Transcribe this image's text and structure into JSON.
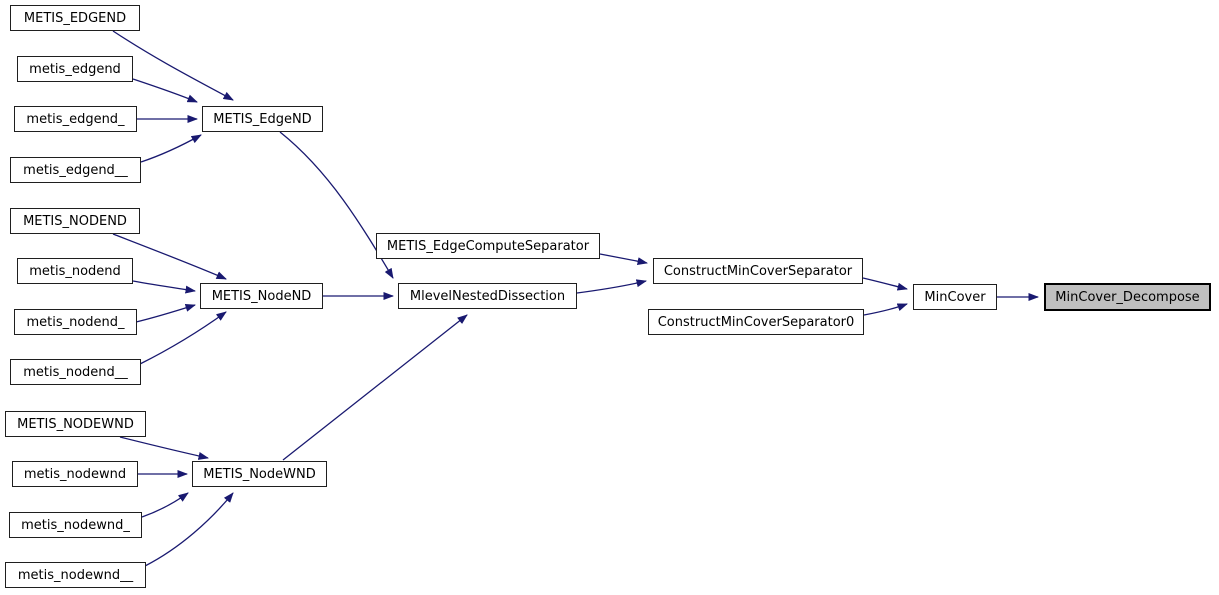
{
  "diagram": {
    "type": "call-graph",
    "edge_color": "#191970",
    "node_border_color": "#1f1f1f",
    "highlight_fill": "#bfbfbf",
    "highlighted_node": "MinCover_Decompose",
    "nodes": [
      {
        "id": "metis-edgend-caps",
        "label": "METIS_EDGEND"
      },
      {
        "id": "metis-edgend",
        "label": "metis_edgend"
      },
      {
        "id": "metis-edgend-u",
        "label": "metis_edgend_"
      },
      {
        "id": "metis-edgend-uu",
        "label": "metis_edgend__"
      },
      {
        "id": "metis-edgend-fn",
        "label": "METIS_EdgeND"
      },
      {
        "id": "metis-nodend-caps",
        "label": "METIS_NODEND"
      },
      {
        "id": "metis-nodend",
        "label": "metis_nodend"
      },
      {
        "id": "metis-nodend-u",
        "label": "metis_nodend_"
      },
      {
        "id": "metis-nodend-uu",
        "label": "metis_nodend__"
      },
      {
        "id": "metis-nodend-fn",
        "label": "METIS_NodeND"
      },
      {
        "id": "metis-nodewnd-caps",
        "label": "METIS_NODEWND"
      },
      {
        "id": "metis-nodewnd",
        "label": "metis_nodewnd"
      },
      {
        "id": "metis-nodewnd-u",
        "label": "metis_nodewnd_"
      },
      {
        "id": "metis-nodewnd-uu",
        "label": "metis_nodewnd__"
      },
      {
        "id": "metis-nodewnd-fn",
        "label": "METIS_NodeWND"
      },
      {
        "id": "edge-compute-sep",
        "label": "METIS_EdgeComputeSeparator"
      },
      {
        "id": "mlevel-nested",
        "label": "MlevelNestedDissection"
      },
      {
        "id": "construct-mcs",
        "label": "ConstructMinCoverSeparator"
      },
      {
        "id": "construct-mcs0",
        "label": "ConstructMinCoverSeparator0"
      },
      {
        "id": "mincover",
        "label": "MinCover"
      },
      {
        "id": "mincover-decompose",
        "label": "MinCover_Decompose"
      }
    ],
    "edges": [
      {
        "from": "METIS_EDGEND",
        "to": "METIS_EdgeND"
      },
      {
        "from": "metis_edgend",
        "to": "METIS_EdgeND"
      },
      {
        "from": "metis_edgend_",
        "to": "METIS_EdgeND"
      },
      {
        "from": "metis_edgend__",
        "to": "METIS_EdgeND"
      },
      {
        "from": "METIS_EdgeND",
        "to": "MlevelNestedDissection"
      },
      {
        "from": "METIS_NODEND",
        "to": "METIS_NodeND"
      },
      {
        "from": "metis_nodend",
        "to": "METIS_NodeND"
      },
      {
        "from": "metis_nodend_",
        "to": "METIS_NodeND"
      },
      {
        "from": "metis_nodend__",
        "to": "METIS_NodeND"
      },
      {
        "from": "METIS_NodeND",
        "to": "MlevelNestedDissection"
      },
      {
        "from": "METIS_NODEWND",
        "to": "METIS_NodeWND"
      },
      {
        "from": "metis_nodewnd",
        "to": "METIS_NodeWND"
      },
      {
        "from": "metis_nodewnd_",
        "to": "METIS_NodeWND"
      },
      {
        "from": "metis_nodewnd__",
        "to": "METIS_NodeWND"
      },
      {
        "from": "METIS_NodeWND",
        "to": "MlevelNestedDissection"
      },
      {
        "from": "METIS_EdgeComputeSeparator",
        "to": "ConstructMinCoverSeparator"
      },
      {
        "from": "MlevelNestedDissection",
        "to": "ConstructMinCoverSeparator"
      },
      {
        "from": "ConstructMinCoverSeparator",
        "to": "MinCover"
      },
      {
        "from": "ConstructMinCoverSeparator0",
        "to": "MinCover"
      },
      {
        "from": "MinCover",
        "to": "MinCover_Decompose"
      }
    ]
  }
}
